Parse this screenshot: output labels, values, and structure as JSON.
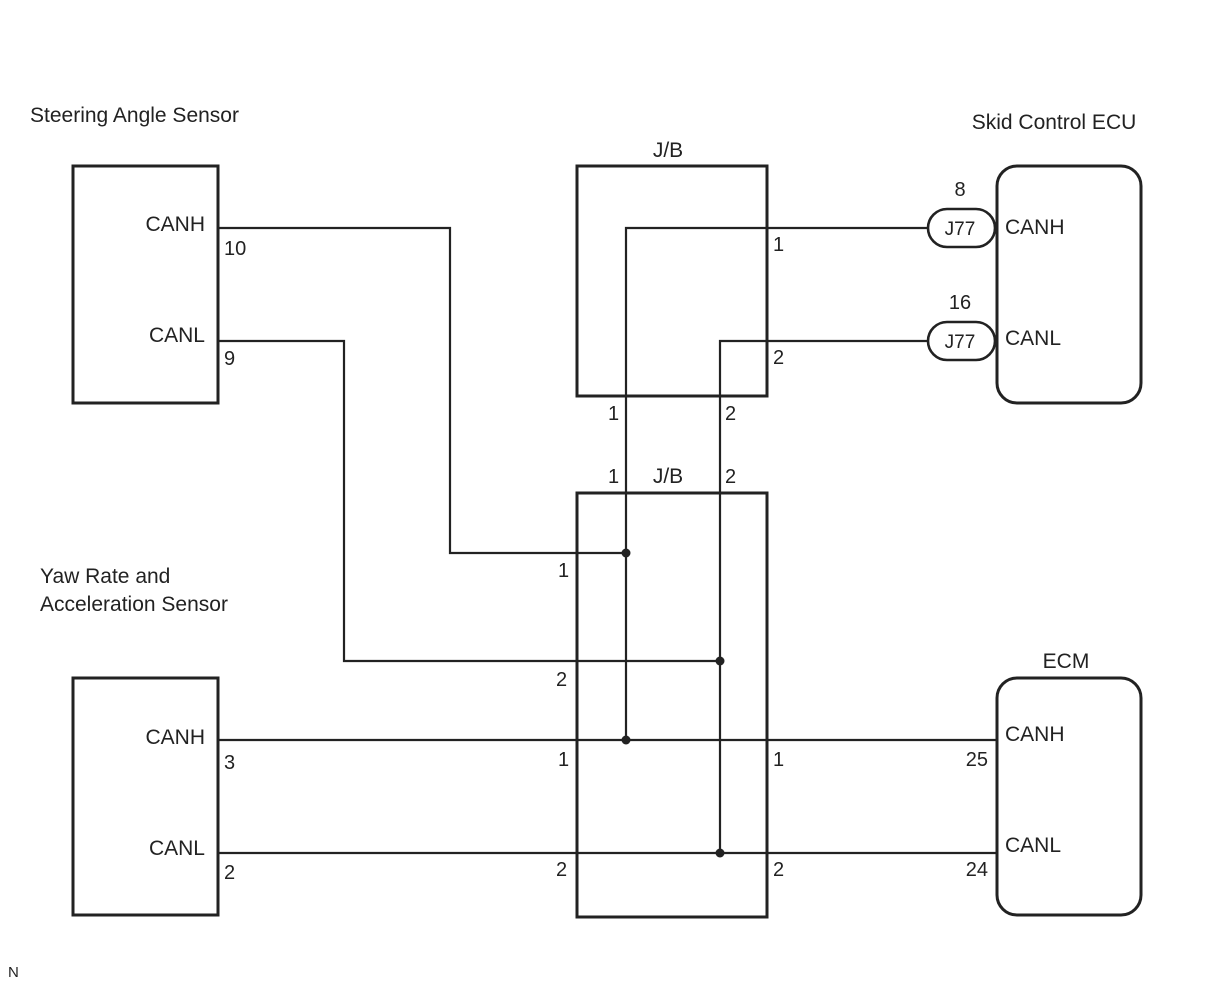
{
  "components": {
    "steering_angle_sensor": {
      "title": "Steering Angle Sensor",
      "canh": "CANH",
      "canl": "CANL",
      "canh_pin": "10",
      "canl_pin": "9"
    },
    "yaw_rate_sensor": {
      "title_line1": "Yaw Rate and",
      "title_line2": "Acceleration Sensor",
      "canh": "CANH",
      "canl": "CANL",
      "canh_pin": "3",
      "canl_pin": "2"
    },
    "skid_control_ecu": {
      "title": "Skid Control ECU",
      "canh": "CANH",
      "canl": "CANL",
      "canh_pin": "8",
      "canl_pin": "16",
      "connector": "J77"
    },
    "ecm": {
      "title": "ECM",
      "canh": "CANH",
      "canl": "CANL",
      "canh_pin": "25",
      "canl_pin": "24"
    },
    "jb_upper": {
      "title": "J/B",
      "pin_right_1": "1",
      "pin_right_2": "2",
      "pin_bottom_1": "1",
      "pin_bottom_2": "2"
    },
    "jb_lower": {
      "title": "J/B",
      "pin_top_1": "1",
      "pin_top_2": "2",
      "pin_left_1a": "1",
      "pin_left_2a": "2",
      "pin_left_1b": "1",
      "pin_left_2b": "2",
      "pin_right_1": "1",
      "pin_right_2": "2"
    }
  },
  "footer_mark": "N",
  "colors": {
    "line": "#222222",
    "background": "#ffffff"
  }
}
